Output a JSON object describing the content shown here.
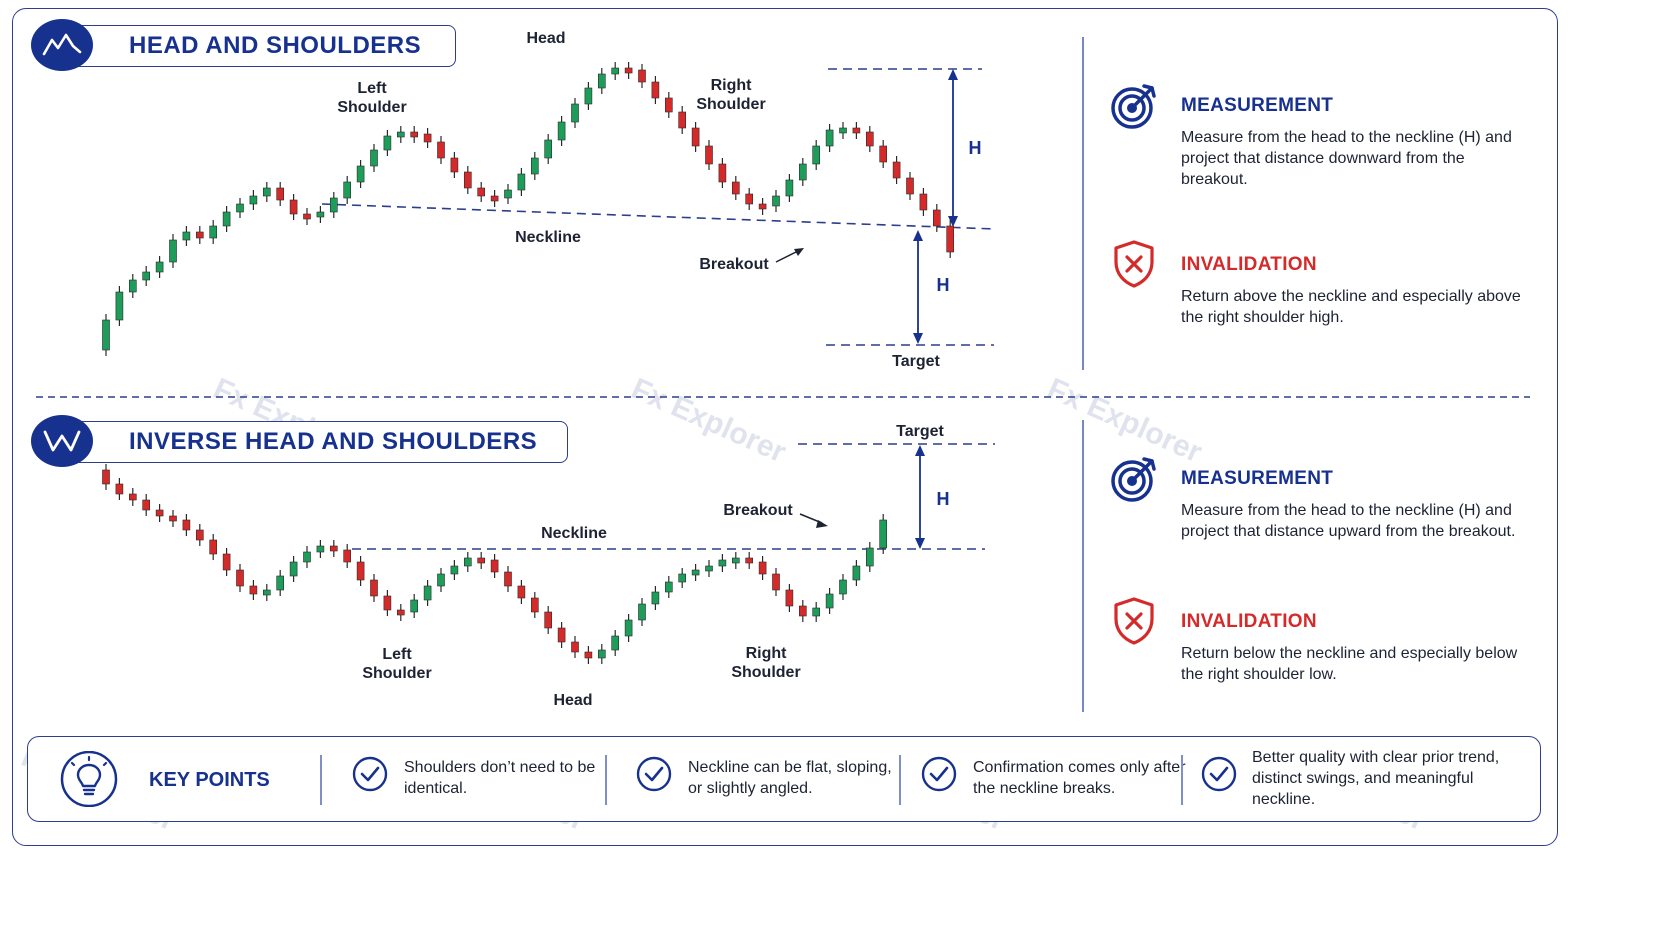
{
  "colors": {
    "brand": "#17318f",
    "bull": "#1e9c5a",
    "bear": "#d42a2a",
    "line": "#2c3e8c",
    "invalid": "#d42a2a"
  },
  "top": {
    "title": "HEAD AND SHOULDERS",
    "labels": {
      "left_shoulder_1": "Left",
      "left_shoulder_2": "Shoulder",
      "head": "Head",
      "right_shoulder_1": "Right",
      "right_shoulder_2": "Shoulder",
      "neckline": "Neckline",
      "breakout": "Breakout",
      "target": "Target",
      "h_upper": "H",
      "h_lower": "H"
    },
    "measurement": {
      "heading": "MEASUREMENT",
      "body": "Measure from the head to the neckline (H) and project that distance downward from the breakout."
    },
    "invalidation": {
      "heading": "INVALIDATION",
      "body": "Return above the neckline and especially above the right shoulder high."
    }
  },
  "bottom": {
    "title": "INVERSE HEAD AND SHOULDERS",
    "labels": {
      "left_shoulder_1": "Left",
      "left_shoulder_2": "Shoulder",
      "head": "Head",
      "right_shoulder_1": "Right",
      "right_shoulder_2": "Shoulder",
      "neckline": "Neckline",
      "breakout": "Breakout",
      "target": "Target",
      "h": "H"
    },
    "measurement": {
      "heading": "MEASUREMENT",
      "body": "Measure from the head to the neckline (H) and project that distance upward from the breakout."
    },
    "invalidation": {
      "heading": "INVALIDATION",
      "body": "Return below the neckline and especially below the right shoulder low."
    }
  },
  "key_points": {
    "title": "KEY POINTS",
    "items": [
      {
        "text": "Shoulders don’t need to be identical."
      },
      {
        "text": "Neckline can be flat, sloping, or slightly angled."
      },
      {
        "text": "Confirmation comes only after the neckline breaks."
      },
      {
        "text": "Better quality with clear prior trend, distinct swings, and meaningful neckline."
      }
    ]
  },
  "watermark": "Fx Explorer",
  "icons": {
    "top_badge": "mountain-peaks-icon",
    "bottom_badge": "valley-w-icon",
    "measurement": "target-icon",
    "invalidation": "shield-x-icon",
    "key_points": "lightbulb-icon",
    "check": "check-circle-icon"
  }
}
